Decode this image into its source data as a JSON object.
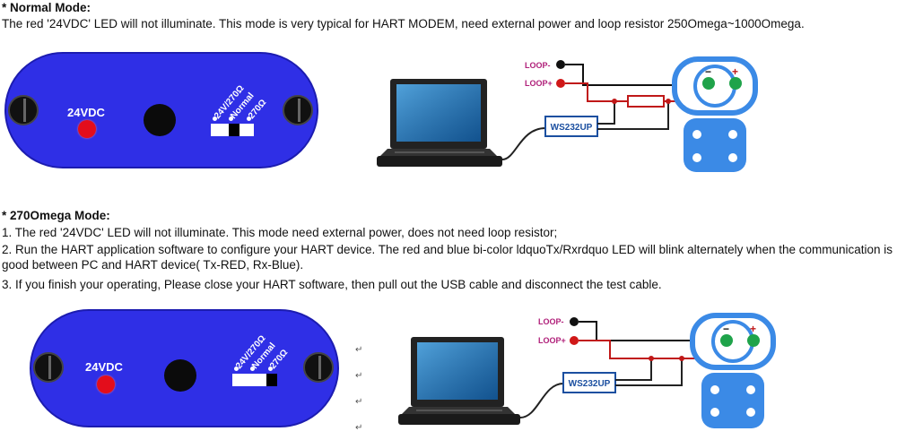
{
  "normal": {
    "heading": "* Normal Mode:",
    "desc": "The red '24VDC' LED will not illuminate. This mode is very typical for HART MODEM, need external power and loop resistor 250Omega~1000Omega."
  },
  "omega": {
    "heading": "* 270Omega Mode:",
    "items": [
      "1. The red '24VDC' LED will not illuminate. This mode need external power, does not need loop resistor;",
      "2. Run the HART application software to configure your HART device. The red and blue bi-color ldquoTx/Rxrdquo LED will blink alternately when the communication is good between PC and HART device( Tx-RED, Rx-Blue).",
      "3. If you finish your operating, Please close your HART software, then pull out the USB cable and disconnect the test cable."
    ]
  },
  "device": {
    "led_label": "24VDC",
    "switch_labels": [
      "24V/270Ω",
      "Normal",
      "270Ω"
    ]
  },
  "diagram": {
    "loop_minus": "LOOP-",
    "loop_plus": "LOOP+",
    "modem": "WS232UP",
    "minus": "−",
    "plus": "+"
  },
  "colors": {
    "device_blue": "#2f2fe6",
    "led_red": "#e30d1b",
    "wire_red": "#c01818",
    "transmitter_blue": "#3b8ae6"
  }
}
